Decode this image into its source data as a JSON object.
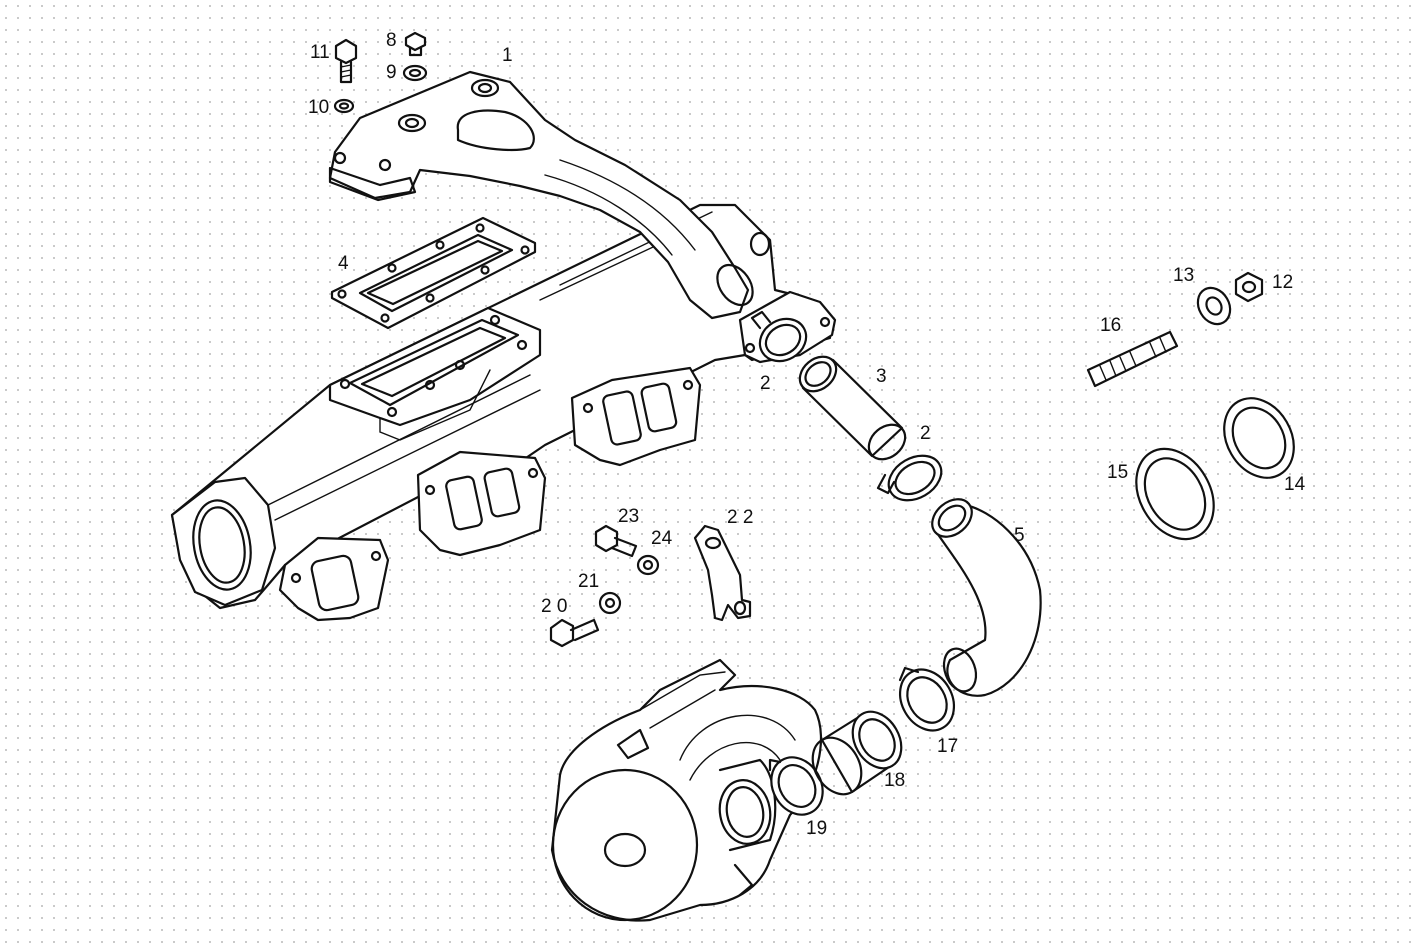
{
  "callouts": [
    {
      "id": "c1",
      "text": "1",
      "color": "#111111"
    },
    {
      "id": "c2a",
      "text": "2"
    },
    {
      "id": "c2b",
      "text": "2"
    },
    {
      "id": "c3",
      "text": "3"
    },
    {
      "id": "c4",
      "text": "4"
    },
    {
      "id": "c5",
      "text": "5"
    },
    {
      "id": "c8",
      "text": "8"
    },
    {
      "id": "c9",
      "text": "9"
    },
    {
      "id": "c10",
      "text": "10"
    },
    {
      "id": "c11",
      "text": "11"
    },
    {
      "id": "c12",
      "text": "12"
    },
    {
      "id": "c13",
      "text": "13"
    },
    {
      "id": "c14",
      "text": "14"
    },
    {
      "id": "c15",
      "text": "15"
    },
    {
      "id": "c16",
      "text": "16"
    },
    {
      "id": "c17",
      "text": "17"
    },
    {
      "id": "c18",
      "text": "18"
    },
    {
      "id": "c19",
      "text": "19"
    },
    {
      "id": "c20",
      "text": "2 0"
    },
    {
      "id": "c21",
      "text": "21"
    },
    {
      "id": "c22",
      "text": "2 2"
    },
    {
      "id": "c23",
      "text": "23"
    },
    {
      "id": "c24",
      "text": "24"
    }
  ]
}
